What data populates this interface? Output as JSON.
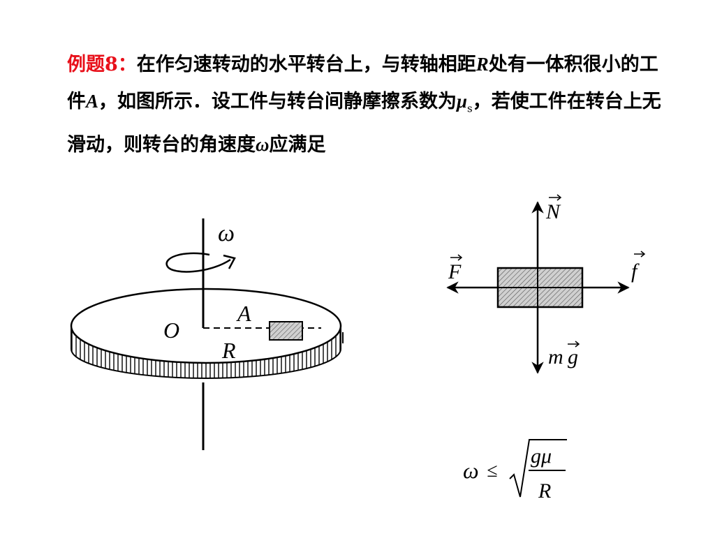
{
  "problem": {
    "label": "例题8：",
    "text_1": "在作匀速转动的水平转台上，与转轴相距",
    "sym_R": "R",
    "text_2": "处有一体积很小的工件",
    "sym_A": "A",
    "text_3": "，如图所示．设工件与转台间静摩擦系数为",
    "sym_mu": "μ",
    "sub_s": "s",
    "text_4": "，若使工件在转台上无滑动，则转台的角速度",
    "sym_omega": "ω",
    "text_5": "应满足"
  },
  "turntable": {
    "omega": "ω",
    "center": "O",
    "block": "A",
    "radius": "R"
  },
  "forces": {
    "normal": "N",
    "left": "F",
    "right": "f",
    "gravity_m": "m",
    "gravity_g": "g"
  },
  "answer": {
    "omega": "ω",
    "leq": "≤",
    "numerator": "gμ",
    "denominator": "R"
  },
  "colors": {
    "label": "#e8101a",
    "block_fill": "#c8c8c8"
  }
}
